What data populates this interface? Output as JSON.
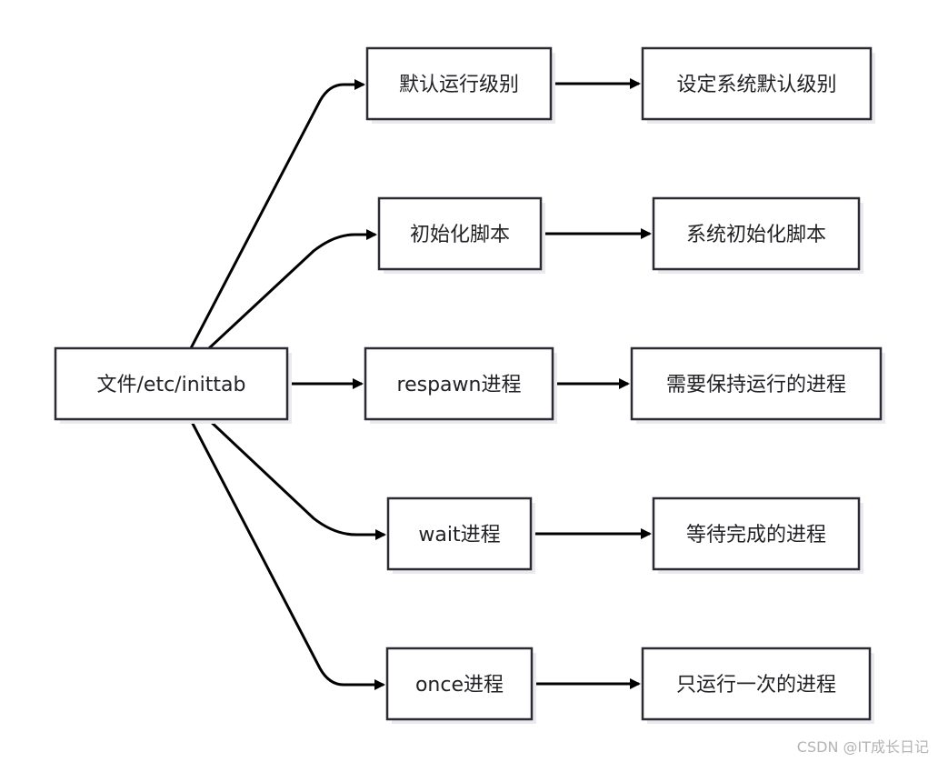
{
  "diagram": {
    "root": {
      "id": "root",
      "label": "文件/etc/inittab"
    },
    "branches": [
      {
        "id": "b1",
        "label": "默认运行级别",
        "child": {
          "id": "c1",
          "label": "设定系统默认级别"
        }
      },
      {
        "id": "b2",
        "label": "初始化脚本",
        "child": {
          "id": "c2",
          "label": "系统初始化脚本"
        }
      },
      {
        "id": "b3",
        "label": "respawn进程",
        "child": {
          "id": "c3",
          "label": "需要保持运行的进程"
        }
      },
      {
        "id": "b4",
        "label": "wait进程",
        "child": {
          "id": "c4",
          "label": "等待完成的进程"
        }
      },
      {
        "id": "b5",
        "label": "once进程",
        "child": {
          "id": "c5",
          "label": "只运行一次的进程"
        }
      }
    ]
  },
  "colors": {
    "edge": "#000000",
    "box_border": "#2b2b33",
    "box_shadow": "#e9e9ee",
    "text": "#222226"
  },
  "watermark": "CSDN @IT成长日记"
}
